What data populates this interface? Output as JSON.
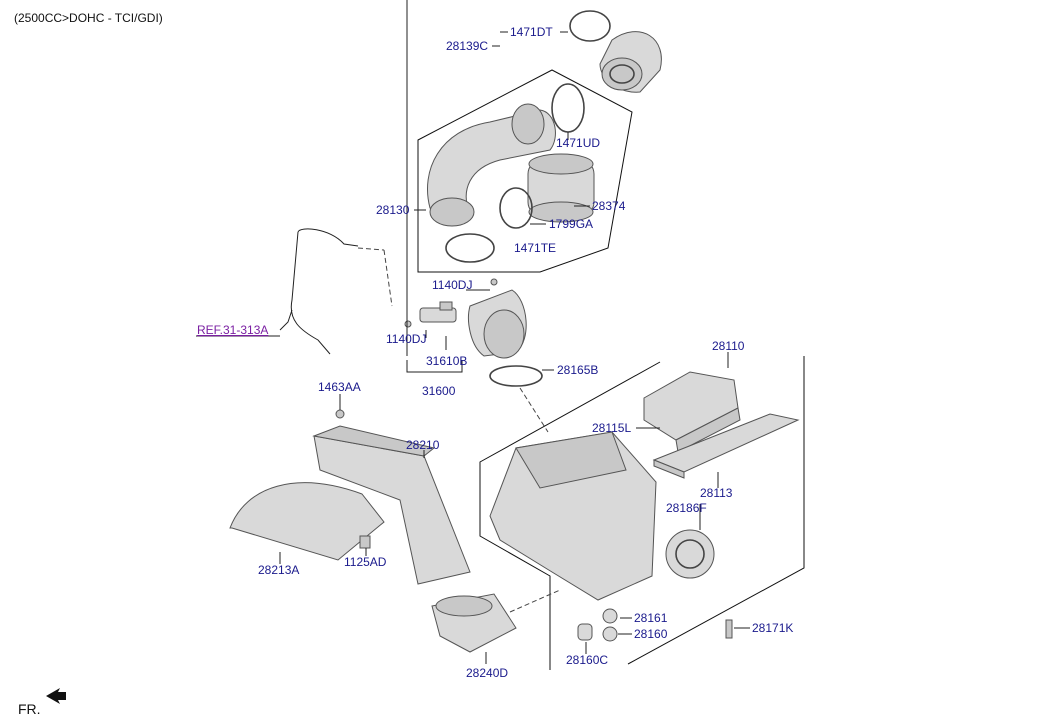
{
  "header": {
    "engine_spec": "(2500CC>DOHC - TCI/GDI)"
  },
  "labels": {
    "p1471DT": "1471DT",
    "p28139C": "28139C",
    "p1471UD": "1471UD",
    "p28130": "28130",
    "p28374": "28374",
    "p1799GA": "1799GA",
    "p1471TE": "1471TE",
    "p1140DJ_a": "1140DJ",
    "p1140DJ_b": "1140DJ",
    "ref31313A": "REF.31-313A",
    "p31610B": "31610B",
    "p31600": "31600",
    "p28165B": "28165B",
    "p28110": "28110",
    "p1463AA": "1463AA",
    "p28210": "28210",
    "p28115L": "28115L",
    "p28113": "28113",
    "p28186F": "28186F",
    "p28213A": "28213A",
    "p1125AD": "1125AD",
    "p28161": "28161",
    "p28160": "28160",
    "p28171K": "28171K",
    "p28160C": "28160C",
    "p28240D": "28240D"
  },
  "footer": {
    "front_indicator": "FR."
  }
}
